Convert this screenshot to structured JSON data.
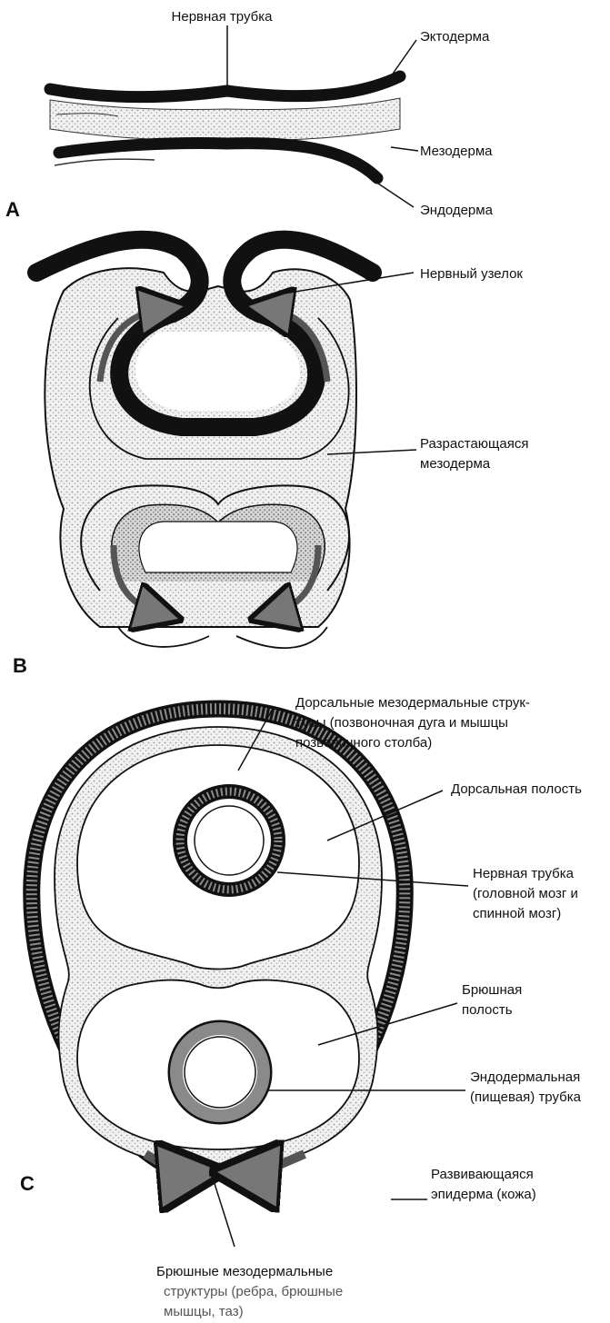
{
  "panel_a": {
    "letter": "A",
    "labels": {
      "neural_tube": "Нервная трубка",
      "ectoderm": "Эктодерма",
      "mesoderm": "Мезодерма",
      "endoderm": "Эндодерма"
    }
  },
  "panel_b": {
    "letter": "B",
    "labels": {
      "neural_node": "Нервный узелок",
      "growing_mesoderm_1": "Разрастающаяся",
      "growing_mesoderm_2": "мезодерма"
    }
  },
  "panel_c": {
    "letter": "C",
    "labels": {
      "dorsal_struct_1": "Дорсальные мезодермальные струк-",
      "dorsal_struct_2": "туры (позвоночная дуга и мышцы",
      "dorsal_struct_3": "позвоночного столба)",
      "dorsal_cavity": "Дорсальная полость",
      "neural_tube_1": "Нервная трубка",
      "neural_tube_2": "(головной мозг и",
      "neural_tube_3": "спинной мозг)",
      "ventral_cavity_1": "Брюшная",
      "ventral_cavity_2": "полость",
      "endo_tube_1": "Эндодермальная",
      "endo_tube_2": "(пищевая) трубка",
      "epidermis_1": "Развивающаяся",
      "epidermis_2": "эпидерма (кожа)",
      "ventral_struct_1": "Брюшные мезодермальные",
      "ventral_struct_2": "структуры (ребра, брюшные",
      "ventral_struct_3": "мышцы, таз)"
    }
  },
  "colors": {
    "ink": "#111111",
    "stipple": "#c9c9c9",
    "stipple_light": "#e6e6e6",
    "label_gray": "#555555"
  }
}
